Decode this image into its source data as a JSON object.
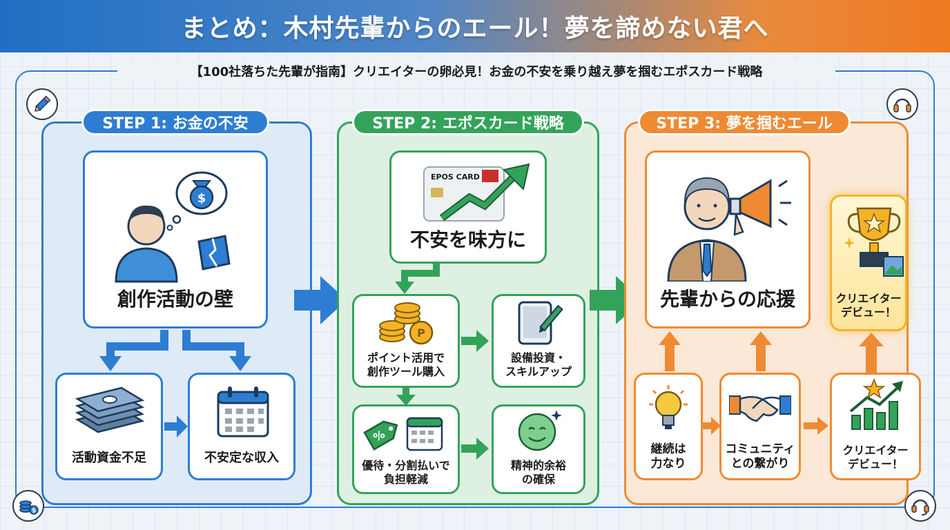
{
  "header": {
    "title": "まとめ：木村先輩からのエール！夢を諦めない君へ"
  },
  "subtitle": "【100社落ちた先輩が指南】クリエイターの卵必見！お金の不安を乗り越え夢を掴むエポスカード戦略",
  "colors": {
    "blue": "#2d7dd2",
    "green": "#33a35a",
    "orange": "#ef8a33",
    "gold": "#f5b324"
  },
  "step1": {
    "label": "STEP 1: お金の不安",
    "main_card": "創作活動の壁",
    "cards": [
      "活動資金不足",
      "不安定な収入"
    ]
  },
  "step2": {
    "label": "STEP 2: エポスカード戦略",
    "main_card": "不安を味方に",
    "card_brand": "EPOS CARD",
    "cards": [
      [
        "ポイント活用で",
        "創作ツール購入"
      ],
      [
        "設備投資・",
        "スキルアップ"
      ],
      [
        "優待・分割払いで",
        "負担軽減"
      ],
      [
        "精神的余裕",
        "の確保"
      ]
    ]
  },
  "step3": {
    "label": "STEP 3: 夢を掴むエール",
    "main_card": "先輩からの応援",
    "goal_card": [
      "クリエイター",
      "デビュー！"
    ],
    "cards": [
      [
        "継続は",
        "力なり"
      ],
      [
        "コミュニティ",
        "との繋がり"
      ],
      [
        "クリエイター",
        "デビュー！"
      ]
    ]
  },
  "icons": {
    "corner_top_left": "pencil-icon",
    "corner_top_right": "headphones-icon",
    "corner_bottom_left": "coins-icon",
    "corner_bottom_right": "headset-icon"
  }
}
